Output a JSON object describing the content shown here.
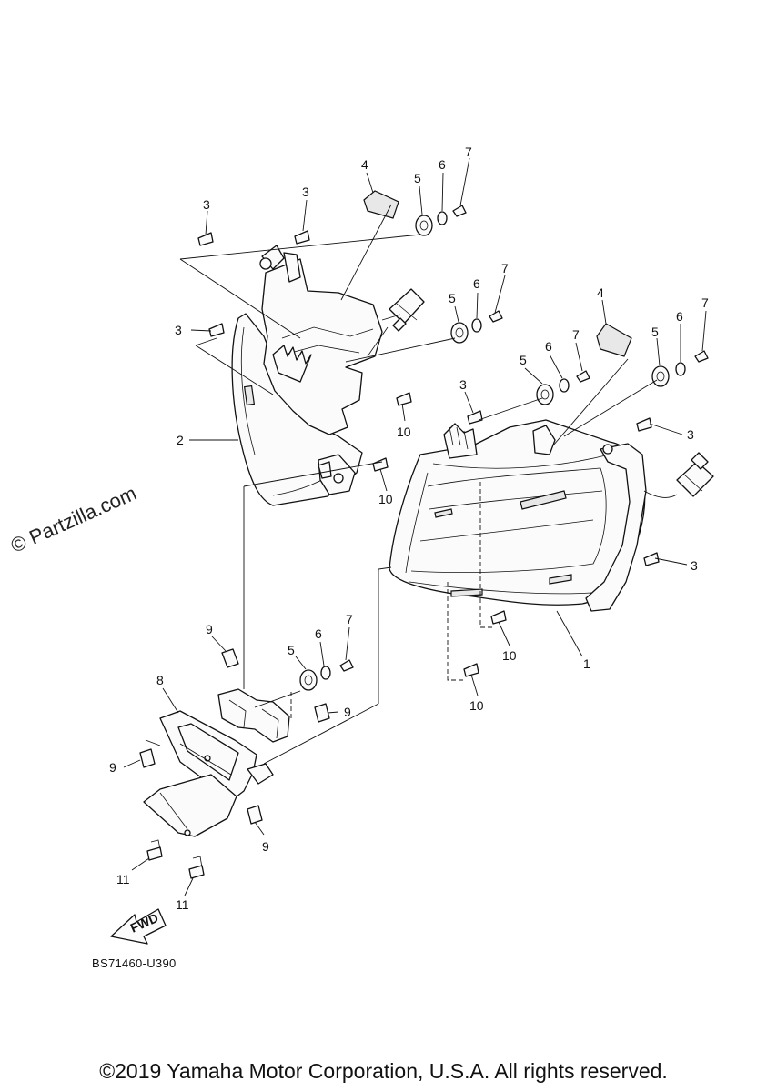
{
  "watermark": "© Partzilla.com",
  "drawing_code": "BS71460-U390",
  "copyright": "©2019 Yamaha Motor Corporation, U.S.A. All rights reserved.",
  "fwd_label": "FWD",
  "callouts": {
    "c1": "1",
    "c2": "2",
    "c3a": "3",
    "c3b": "3",
    "c3c": "3",
    "c3d": "3",
    "c3e": "3",
    "c3f": "3",
    "c4a": "4",
    "c4b": "4",
    "c5a": "5",
    "c5b": "5",
    "c5c": "5",
    "c5d": "5",
    "c5e": "5",
    "c6a": "6",
    "c6b": "6",
    "c6c": "6",
    "c6d": "6",
    "c6e": "6",
    "c7a": "7",
    "c7b": "7",
    "c7c": "7",
    "c7d": "7",
    "c7e": "7",
    "c8": "8",
    "c9a": "9",
    "c9b": "9",
    "c9c": "9",
    "c9d": "9",
    "c10a": "10",
    "c10b": "10",
    "c10c": "10",
    "c10d": "10",
    "c11a": "11",
    "c11b": "11"
  }
}
